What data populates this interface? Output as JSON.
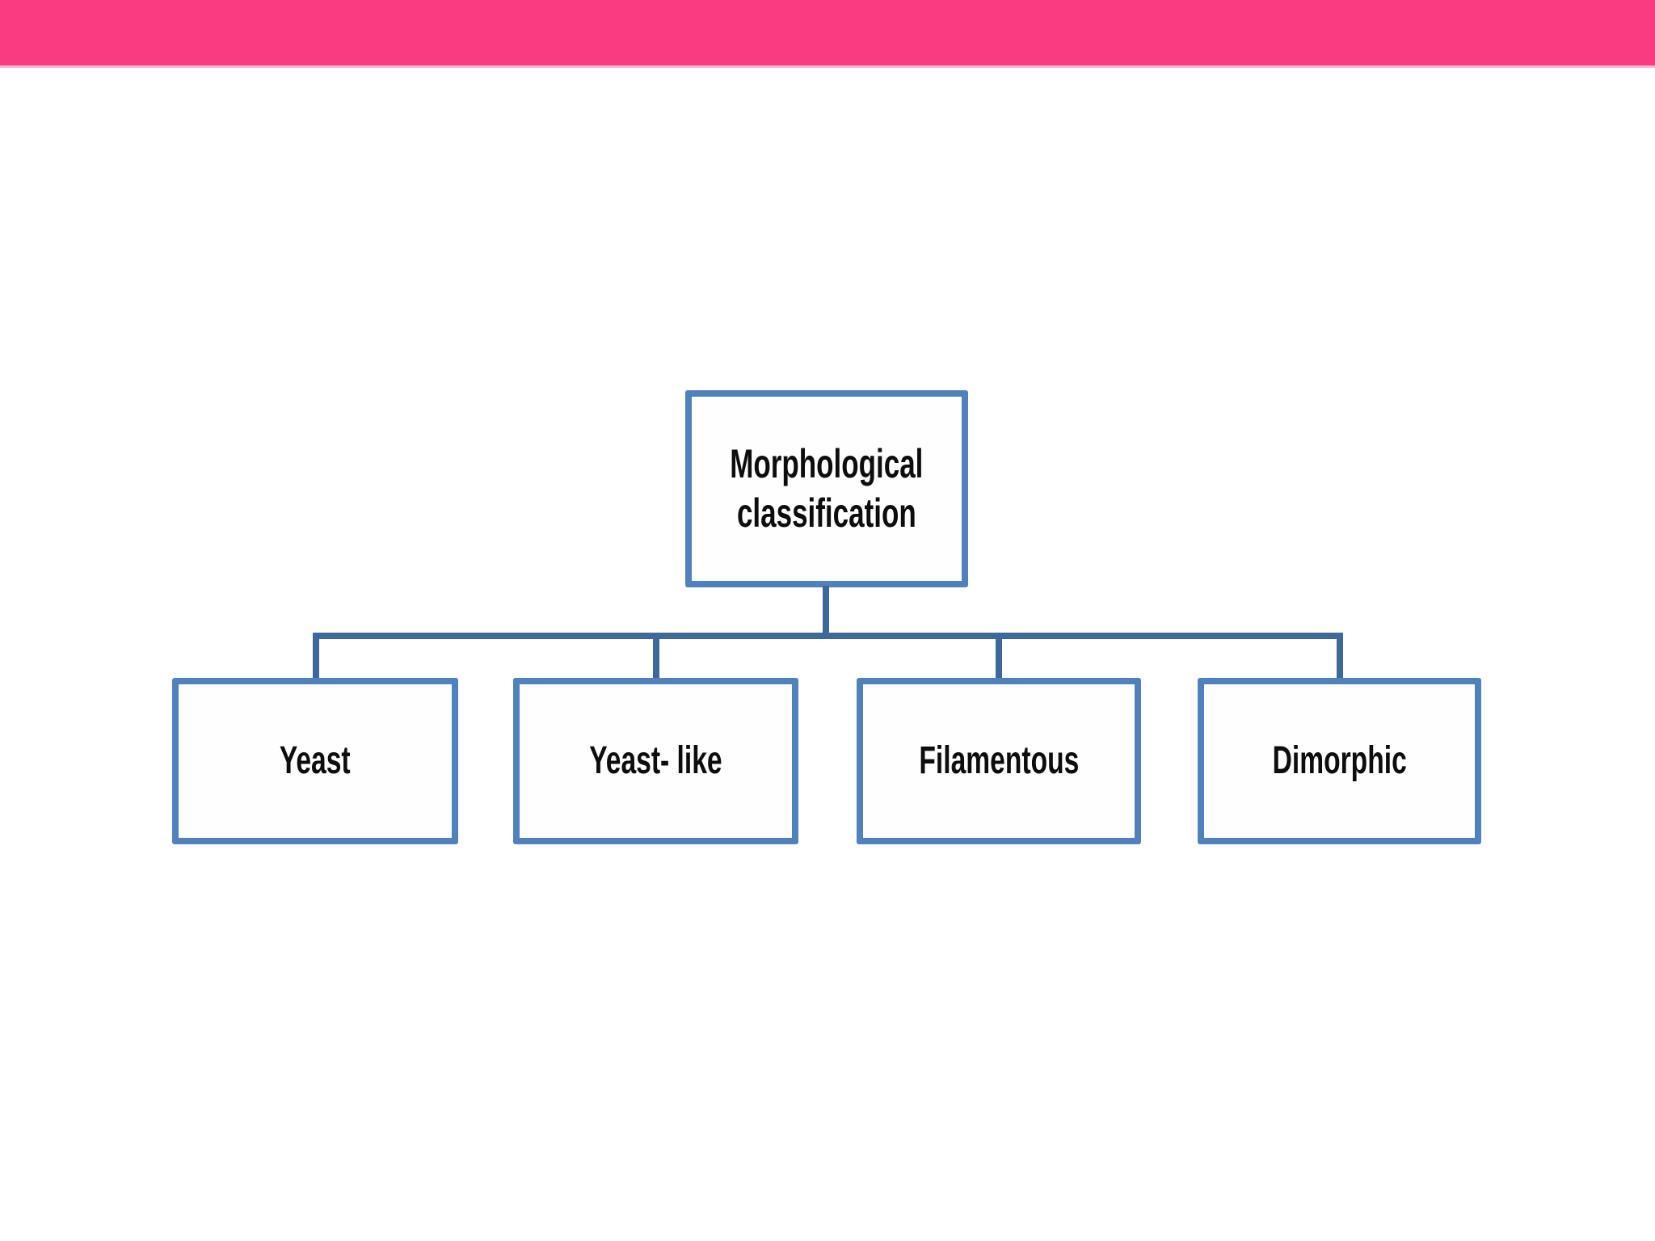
{
  "slide": {
    "kind": "presentation-slide",
    "background": "#ffffff"
  },
  "colors": {
    "header_pink": "#fa3a81",
    "header_pink_edge": "#f2bcd4",
    "node_border_blue": "#4f81bd",
    "connector_blue": "#3d689b",
    "node_fill": "#fefefe",
    "node_text": "#0d0d0d"
  },
  "diagram": {
    "type": "org-chart",
    "root": {
      "label": "Morphological\nclassification"
    },
    "children": [
      {
        "label": "Yeast"
      },
      {
        "label": "Yeast- like"
      },
      {
        "label": "Filamentous"
      },
      {
        "label": "Dimorphic"
      }
    ]
  }
}
